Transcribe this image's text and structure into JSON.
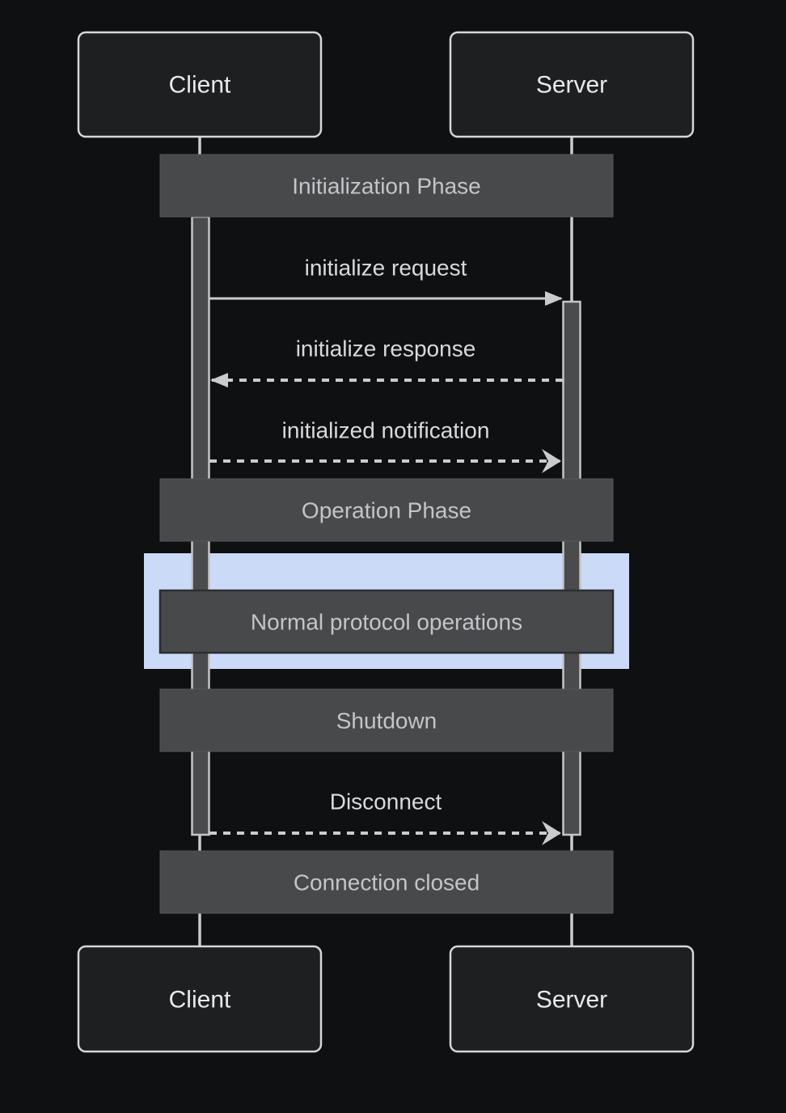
{
  "diagram": {
    "kind": "client-server-sequence-diagram",
    "actors": [
      {
        "label": "Client"
      },
      {
        "label": "Server"
      }
    ],
    "dividers": [
      {
        "label": "Initialization Phase"
      },
      {
        "label": "Operation Phase"
      },
      {
        "label": "Shutdown"
      },
      {
        "label": "Connection closed"
      }
    ],
    "messages": [
      {
        "label": "initialize request",
        "from": "Client",
        "to": "Server",
        "line": "solid",
        "arrowhead": "filled"
      },
      {
        "label": "initialize response",
        "from": "Server",
        "to": "Client",
        "line": "dashed",
        "arrowhead": "filled"
      },
      {
        "label": "initialized notification",
        "from": "Client",
        "to": "Server",
        "line": "dashed",
        "arrowhead": "open"
      },
      {
        "label": "Disconnect",
        "from": "Client",
        "to": "Server",
        "line": "dashed",
        "arrowhead": "open"
      }
    ],
    "highlight": {
      "label": "Normal protocol operations",
      "background": "#cbdaf6"
    },
    "colors": {
      "page_background": "#0f1011",
      "actor_fill": "#1e1f21",
      "actor_border": "#d6d7d8",
      "divider_fill": "#47494b",
      "note_border": "#2c2e30",
      "activation_fill": "#494b4d",
      "activation_border": "#c3c5c7",
      "line": "#c9cbcd",
      "message_text": "#d8dadc",
      "divider_text": "#c3c5c8",
      "actor_text": "#e7e9eb",
      "highlight_fill": "#cbdaf6"
    }
  }
}
